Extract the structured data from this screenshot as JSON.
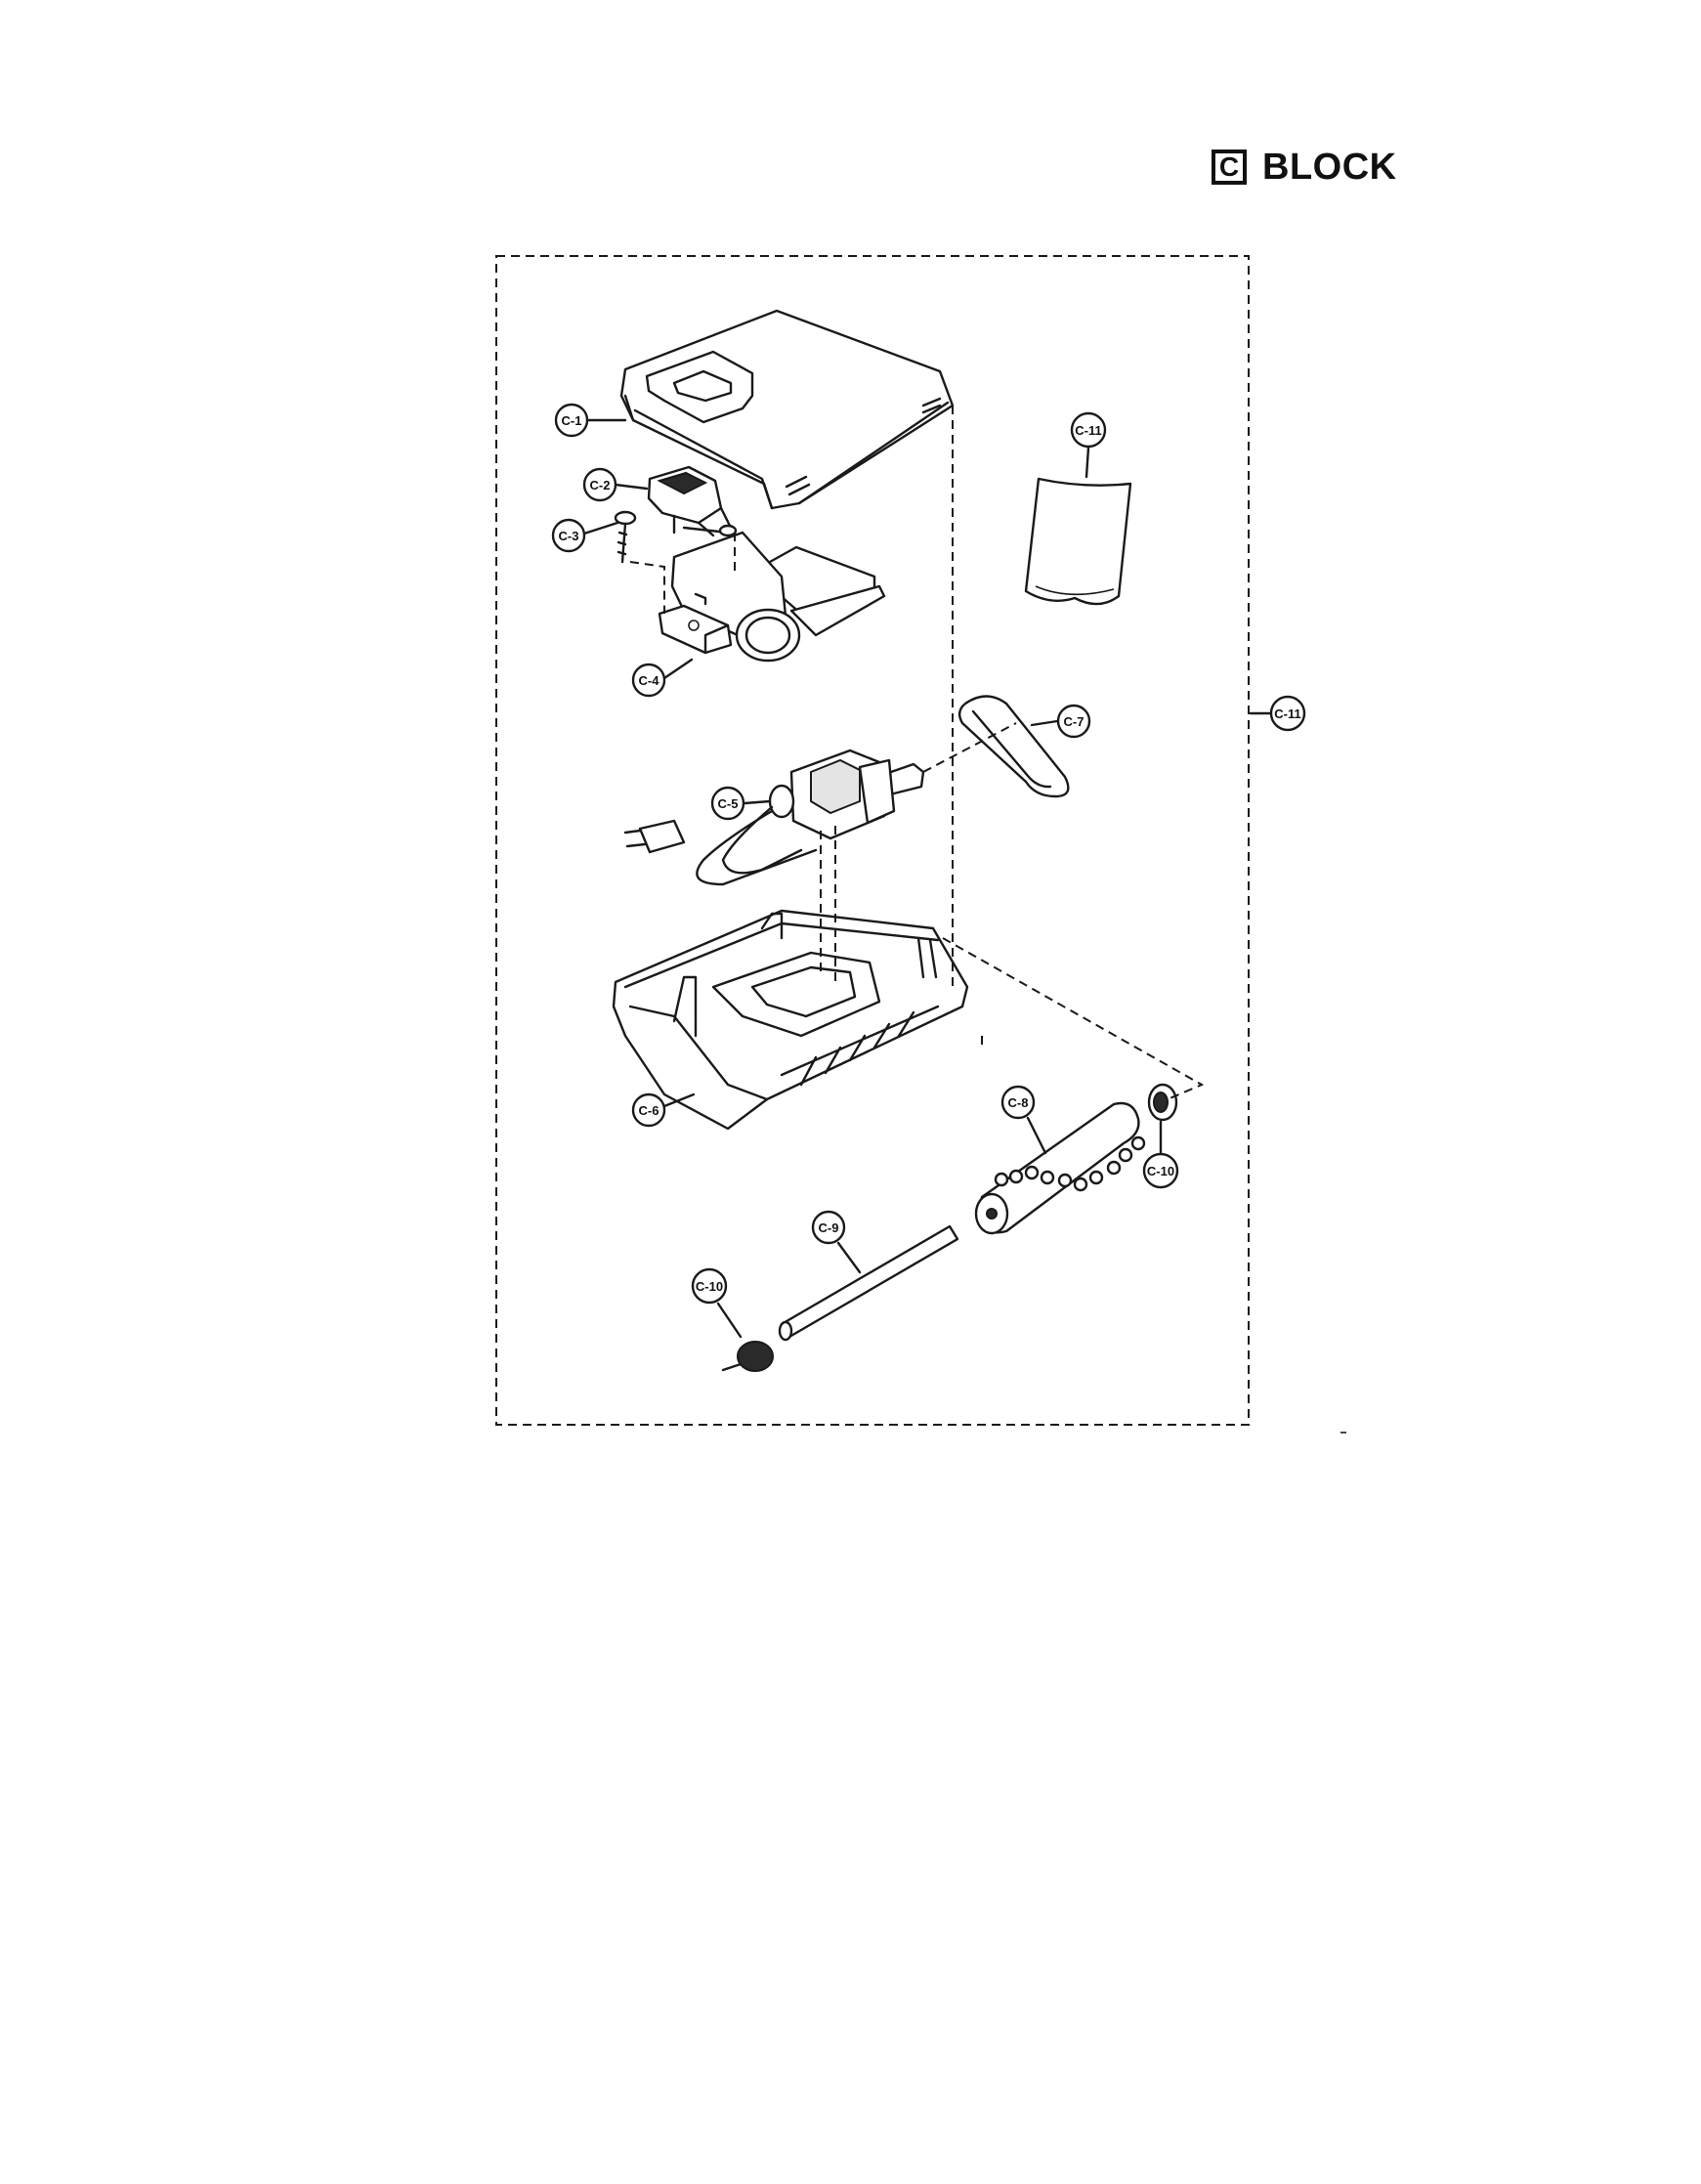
{
  "header": {
    "box_letter": "C",
    "title": "BLOCK"
  },
  "parts": [
    {
      "id": "c1",
      "label": "C-1"
    },
    {
      "id": "c2",
      "label": "C-2"
    },
    {
      "id": "c3",
      "label": "C-3"
    },
    {
      "id": "c4",
      "label": "C-4"
    },
    {
      "id": "c5",
      "label": "C-5"
    },
    {
      "id": "c6",
      "label": "C-6"
    },
    {
      "id": "c7",
      "label": "C-7"
    },
    {
      "id": "c8",
      "label": "C-8"
    },
    {
      "id": "c9",
      "label": "C-9"
    },
    {
      "id": "c10a",
      "label": "C-10"
    },
    {
      "id": "c10b",
      "label": "C-10"
    },
    {
      "id": "c11a",
      "label": "C-11"
    },
    {
      "id": "c11b",
      "label": "C-11"
    }
  ]
}
